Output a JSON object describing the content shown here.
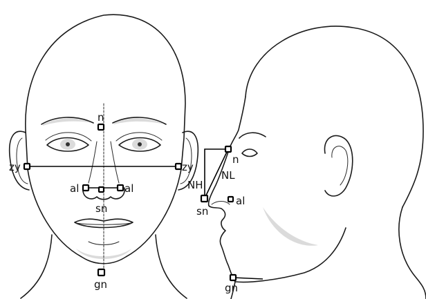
{
  "frontal_view": {
    "labels": {
      "n": "n",
      "zy_left": "zy",
      "zy_right": "zy",
      "al_left": "al",
      "al_right": "al",
      "sn": "sn",
      "gn": "gn"
    }
  },
  "profile_view": {
    "labels": {
      "n": "n",
      "nh": "NH",
      "nl": "NL",
      "sn": "sn",
      "al": "al",
      "gn": "gn"
    }
  }
}
